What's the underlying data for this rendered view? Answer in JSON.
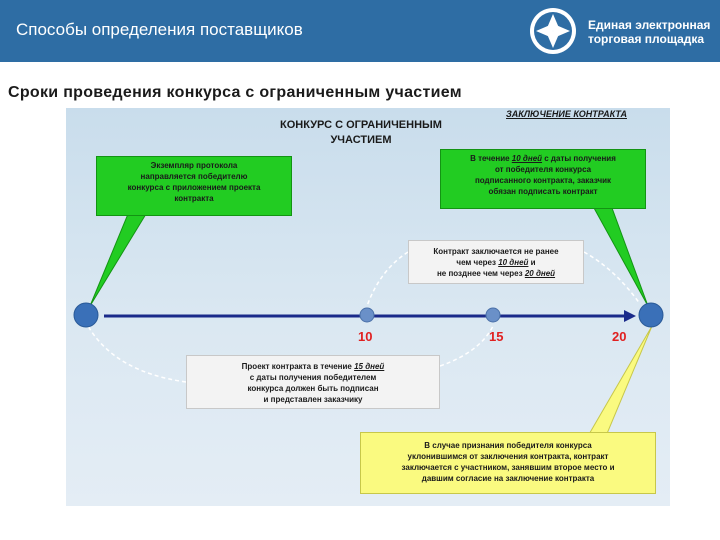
{
  "header": {
    "title": "Способы определения поставщиков",
    "logo_line1": "Единая электронная",
    "logo_line2": "торговая площадка"
  },
  "subtitle": "Сроки проведения конкурса с ограниченным участием",
  "diagram": {
    "title_line1": "КОНКУРС С ОГРАНИЧЕННЫМ",
    "title_line2": "УЧАСТИЕМ",
    "contract_label": "ЗАКЛЮЧЕНИЕ КОНТРАКТА",
    "ticks": [
      "10",
      "15",
      "20"
    ],
    "callouts": {
      "protocol": {
        "line1": "Экземпляр протокола",
        "line2": "направляется победителю",
        "line3": "конкурса с приложением проекта",
        "line4": "контракта"
      },
      "sign_customer": {
        "pre": "В течение ",
        "highlight": "10 дней",
        "post": " с даты получения",
        "line2": "от победителя конкурса",
        "line3": "подписанного контракта, заказчик",
        "line4": "обязан подписать контракт"
      },
      "concluded": {
        "line1": "Контракт заключается не ранее",
        "line2_pre": "чем через ",
        "line2_highlight": "10 дней",
        "line2_post": " и",
        "line3_pre": "не позднее чем через ",
        "line3_highlight": "20 дней"
      },
      "draft": {
        "pre": "Проект контракта в течение ",
        "highlight": "15 дней",
        "line2": "с даты получения  победителем",
        "line3": "конкурса должен быть подписан",
        "line4": "и представлен заказчику"
      },
      "evasion": {
        "line1": "В случае признания победителя конкурса",
        "line2": "уклонившимся от заключения контракта, контракт",
        "line3": "заключается с участником, занявшим второе место и",
        "line4": "давшим согласие на заключение контракта"
      }
    }
  },
  "colors": {
    "header": "#2e6da4",
    "timeline": "#1a2a8a",
    "node": "#3a70b8",
    "green": "#22cc22",
    "yellow": "#fafa80",
    "tick": "#e02020"
  }
}
